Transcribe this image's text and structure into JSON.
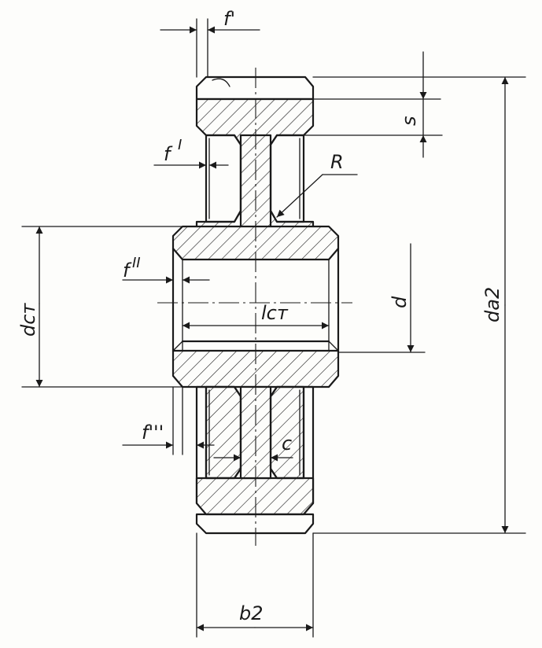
{
  "labels": {
    "f_prime": "f'",
    "s": "s",
    "f_one": "f",
    "f_one_sup": "I",
    "R": "R",
    "d_st": "dст",
    "f_two": "f",
    "f_two_sup": "II",
    "l_st": "lст",
    "d": "d",
    "d_a2": "da2",
    "f_three": "f'''",
    "c": "c",
    "b2": "b2"
  }
}
